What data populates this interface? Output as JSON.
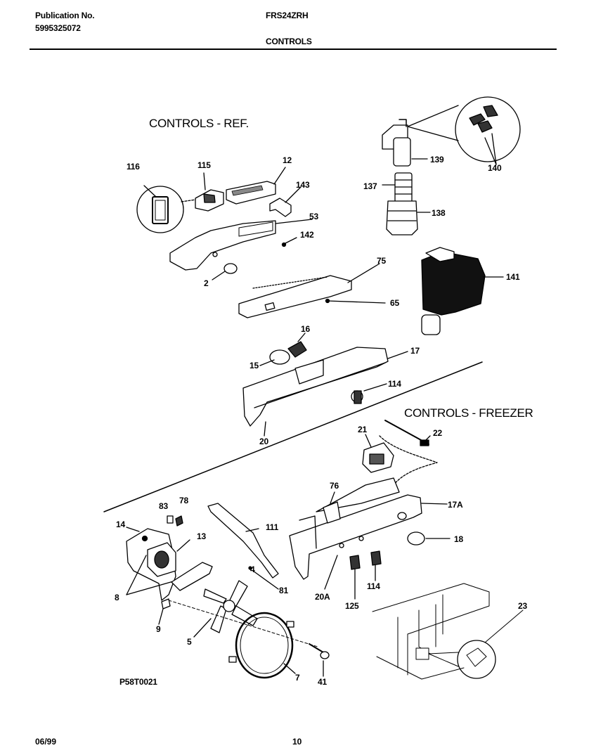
{
  "header": {
    "publication_label": "Publication No.",
    "publication_number": "5995325072",
    "model": "FRS24ZRH",
    "section_title": "CONTROLS"
  },
  "diagram": {
    "section_ref": "CONTROLS - REF.",
    "section_freezer": "CONTROLS - FREEZER",
    "drawing_code": "P58T0021",
    "callouts": [
      "116",
      "115",
      "12",
      "143",
      "53",
      "142",
      "2",
      "75",
      "65",
      "139",
      "140",
      "137",
      "138",
      "141",
      "16",
      "17",
      "15",
      "114",
      "20",
      "21",
      "22",
      "76",
      "17A",
      "18",
      "83",
      "78",
      "14",
      "13",
      "111",
      "4",
      "81",
      "8",
      "9",
      "5",
      "7",
      "41",
      "20A",
      "125",
      "114",
      "23"
    ]
  },
  "footer": {
    "date": "06/99",
    "page": "10"
  }
}
